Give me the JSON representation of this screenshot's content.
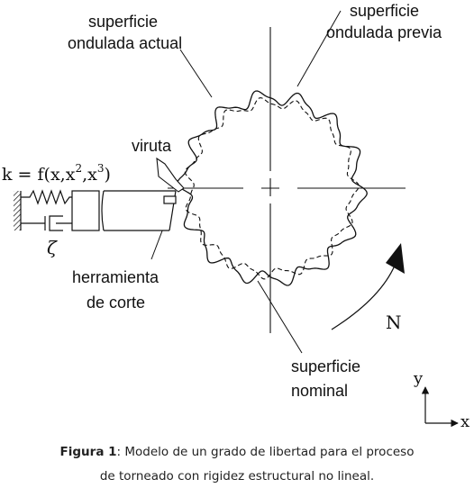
{
  "labels": {
    "actual_line1": "superficie",
    "actual_line2": "ondulada actual",
    "previa_line1": "superficie",
    "previa_line2": "ondulada previa",
    "viruta": "viruta",
    "formula_main": "k = f(x,x",
    "formula_sup1": "2",
    "formula_mid": ",x",
    "formula_sup2": "3",
    "formula_end": ")",
    "zeta": "ζ",
    "herramienta_line1": "herramienta",
    "herramienta_line2": "de corte",
    "nominal_line1": "superficie",
    "nominal_line2": "nominal",
    "rotation": "N",
    "axis_y": "y",
    "axis_x": "x"
  },
  "caption": {
    "figure_label": "Figura 1",
    "line1": ": Modelo de un grado de libertad para el proceso",
    "line2": "de torneado con rigidez estructural no lineal."
  }
}
